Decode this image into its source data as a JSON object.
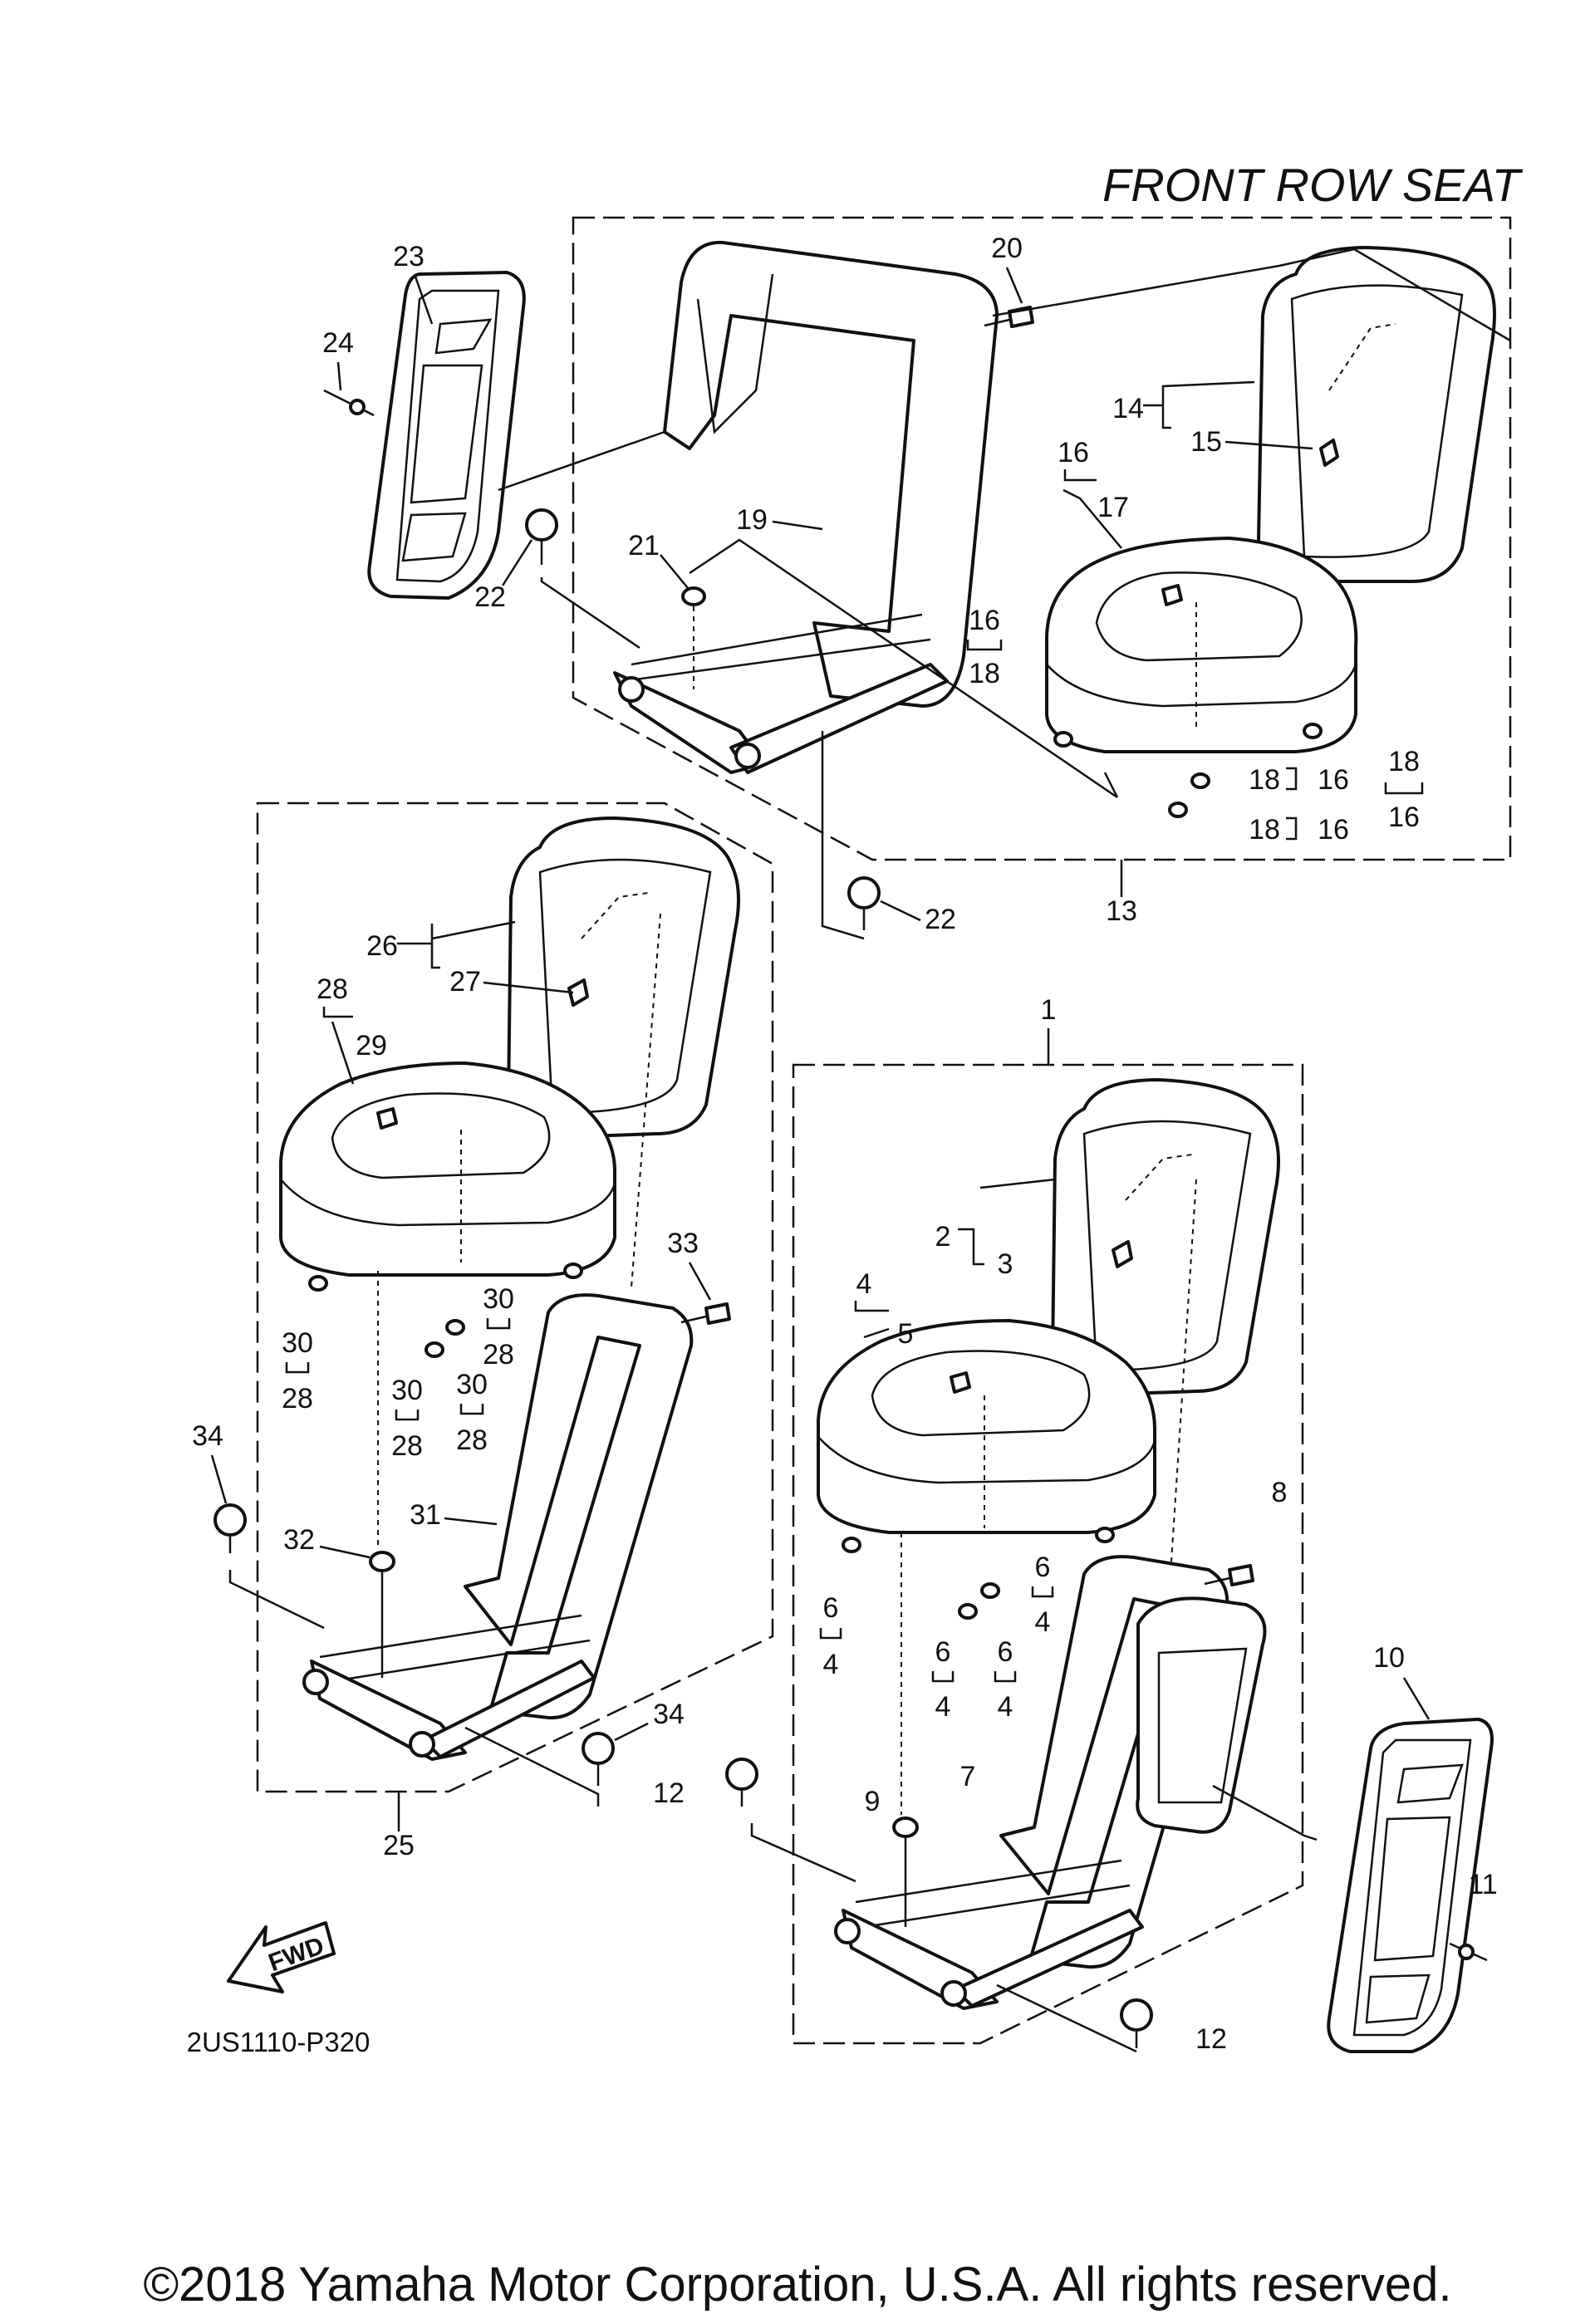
{
  "title": "FRONT ROW SEAT",
  "code": "2US1110-P320",
  "fwd": "FWD",
  "copyright": "©2018 Yamaha Motor Corporation, U.S.A. All rights reserved.",
  "callouts": [
    {
      "id": "c1",
      "text": "1"
    },
    {
      "id": "c2",
      "text": "2"
    },
    {
      "id": "c3",
      "text": "3"
    },
    {
      "id": "c4",
      "text": "4"
    },
    {
      "id": "c5",
      "text": "5"
    },
    {
      "id": "c6a",
      "text": "6"
    },
    {
      "id": "c4a",
      "text": "4"
    },
    {
      "id": "c6b",
      "text": "6"
    },
    {
      "id": "c4b",
      "text": "4"
    },
    {
      "id": "c6c",
      "text": "6"
    },
    {
      "id": "c4c",
      "text": "4"
    },
    {
      "id": "c7",
      "text": "7"
    },
    {
      "id": "c8",
      "text": "8"
    },
    {
      "id": "c9",
      "text": "9"
    },
    {
      "id": "c10",
      "text": "10"
    },
    {
      "id": "c11",
      "text": "11"
    },
    {
      "id": "c12a",
      "text": "12"
    },
    {
      "id": "c12b",
      "text": "12"
    },
    {
      "id": "c13",
      "text": "13"
    },
    {
      "id": "c14",
      "text": "14"
    },
    {
      "id": "c15",
      "text": "15"
    },
    {
      "id": "c16a",
      "text": "16"
    },
    {
      "id": "c17",
      "text": "17"
    },
    {
      "id": "c16b",
      "text": "16"
    },
    {
      "id": "c18a",
      "text": "18"
    },
    {
      "id": "c18b",
      "text": "18"
    },
    {
      "id": "c16c",
      "text": "16"
    },
    {
      "id": "c18c",
      "text": "18"
    },
    {
      "id": "c16d",
      "text": "16"
    },
    {
      "id": "c18d",
      "text": "18"
    },
    {
      "id": "c16e",
      "text": "16"
    },
    {
      "id": "c19",
      "text": "19"
    },
    {
      "id": "c20",
      "text": "20"
    },
    {
      "id": "c21",
      "text": "21"
    },
    {
      "id": "c22a",
      "text": "22"
    },
    {
      "id": "c22b",
      "text": "22"
    },
    {
      "id": "c23",
      "text": "23"
    },
    {
      "id": "c24",
      "text": "24"
    },
    {
      "id": "c25",
      "text": "25"
    },
    {
      "id": "c26",
      "text": "26"
    },
    {
      "id": "c27",
      "text": "27"
    },
    {
      "id": "c28a",
      "text": "28"
    },
    {
      "id": "c29",
      "text": "29"
    },
    {
      "id": "c30a",
      "text": "30"
    },
    {
      "id": "c28b",
      "text": "28"
    },
    {
      "id": "c30b",
      "text": "30"
    },
    {
      "id": "c28c",
      "text": "28"
    },
    {
      "id": "c30c",
      "text": "30"
    },
    {
      "id": "c28d",
      "text": "28"
    },
    {
      "id": "c30d",
      "text": "30"
    },
    {
      "id": "c28e",
      "text": "28"
    },
    {
      "id": "c31",
      "text": "31"
    },
    {
      "id": "c32",
      "text": "32"
    },
    {
      "id": "c33",
      "text": "33"
    },
    {
      "id": "c34a",
      "text": "34"
    },
    {
      "id": "c34b",
      "text": "34"
    }
  ]
}
